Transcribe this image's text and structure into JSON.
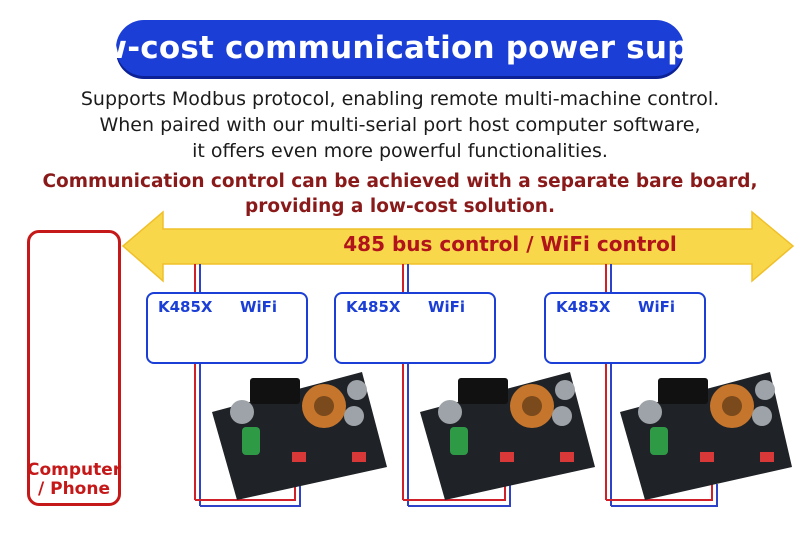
{
  "title": "Low-cost communication power supply",
  "description": [
    "Supports Modbus protocol, enabling remote multi-machine control.",
    "When paired with our multi-serial port host computer software,",
    "it offers even more powerful functionalities."
  ],
  "highlight": [
    "Communication control can be achieved with a separate bare board,",
    "providing a low-cost solution."
  ],
  "bus_label": "485 bus control / WiFi control",
  "device_label": "Computer / Phone",
  "modules": [
    {
      "k485": "K485X",
      "wifi": "WiFi"
    },
    {
      "k485": "K485X",
      "wifi": "WiFi"
    },
    {
      "k485": "K485X",
      "wifi": "WiFi"
    }
  ],
  "colors": {
    "title_bg": "#1b3fd6",
    "arrow": "#f7d540",
    "bus_text": "#b1141b",
    "highlight_text": "#8a1a1a",
    "border_red": "#c51818",
    "module_border": "#1b3fd6"
  }
}
